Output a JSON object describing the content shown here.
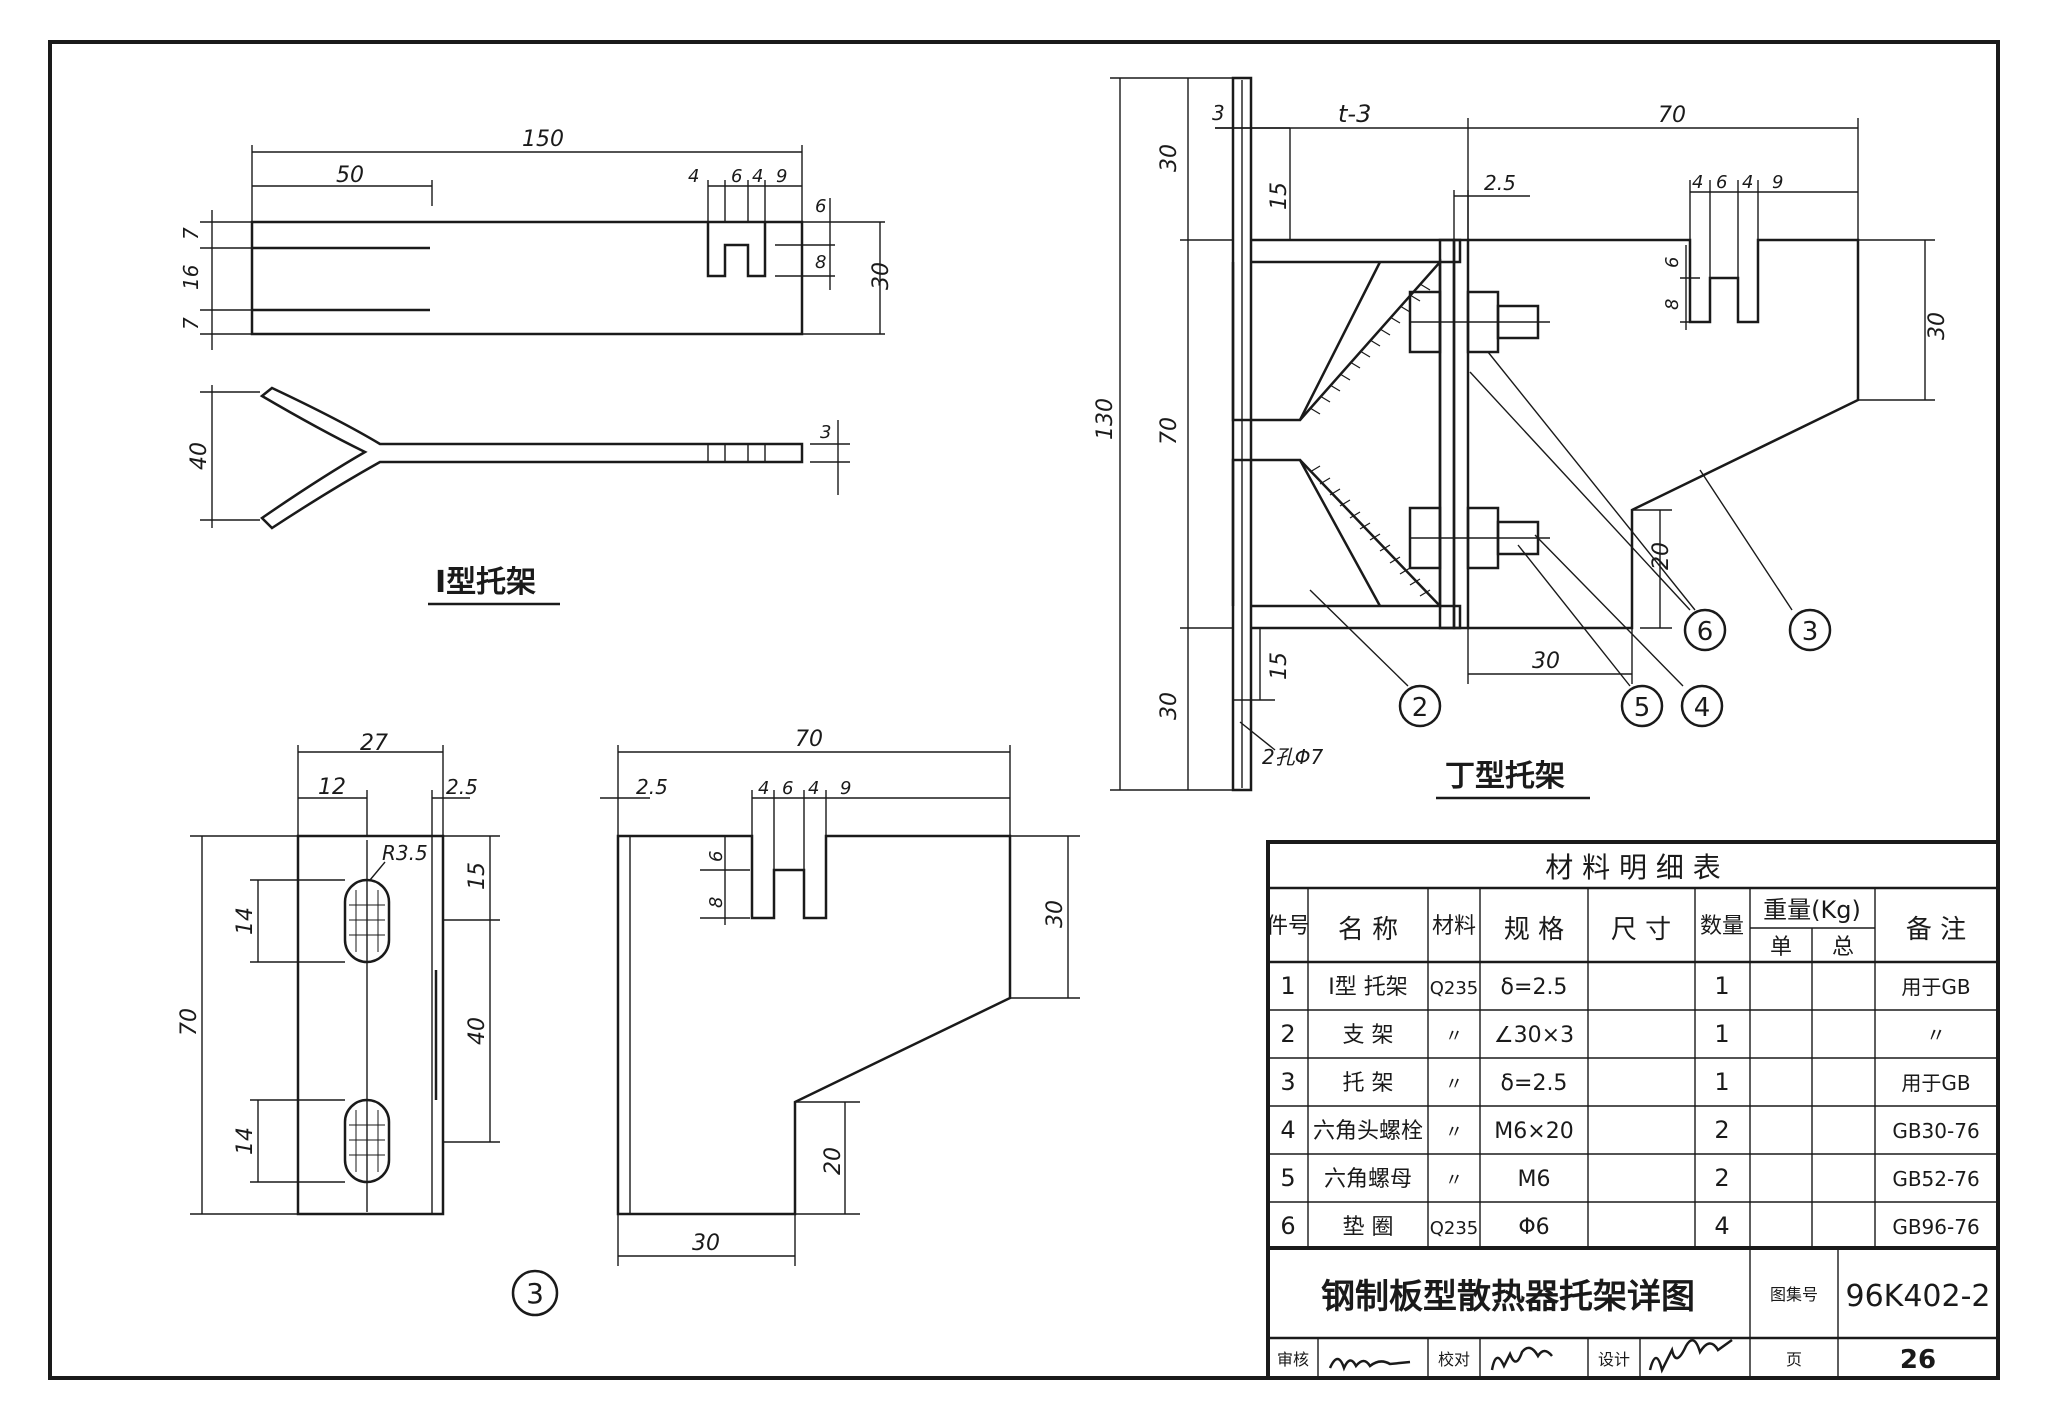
{
  "views": {
    "type1": {
      "title": "Ⅰ型托架",
      "dims": {
        "d150": "150",
        "d50": "50",
        "d4": "4",
        "d6": "6",
        "d4b": "4",
        "d9": "9",
        "d6r": "6",
        "d8": "8",
        "d30": "30",
        "d7a": "7",
        "d16": "16",
        "d7b": "7",
        "d40": "40",
        "d3": "3"
      }
    },
    "typeT": {
      "title": "丁型托架",
      "dims": {
        "d3": "3",
        "dt3": "t-3",
        "d70": "70",
        "d30a": "30",
        "d15a": "15",
        "d25": "2.5",
        "d4": "4",
        "d6": "6",
        "d4b": "4",
        "d9": "9",
        "d6r": "6",
        "d8": "8",
        "d30r": "30",
        "d130": "130",
        "d70v": "70",
        "d20": "20",
        "d30b": "30",
        "d15b": "15",
        "d30c": "30",
        "holes": "2孔Φ7"
      },
      "callouts": [
        "6",
        "3",
        "2",
        "5",
        "4"
      ]
    },
    "part3": {
      "callout": "3",
      "dims": {
        "d27": "27",
        "d12": "12",
        "d25": "2.5",
        "r35": "R3.5",
        "d15": "15",
        "d14a": "14",
        "d70": "70",
        "d40": "40",
        "d14b": "14",
        "d70top": "70",
        "d25b": "2.5",
        "d4": "4",
        "d6": "6",
        "d4b": "4",
        "d9": "9",
        "d6r": "6",
        "d8": "8",
        "d30": "30",
        "d20": "20",
        "d30b": "30"
      }
    }
  },
  "bom": {
    "title": "材 料 明 细 表",
    "headers": {
      "no": "件号",
      "name": "名 称",
      "material": "材料",
      "spec": "规 格",
      "size": "尺 寸",
      "qty": "数量",
      "weight": "重量(Kg)",
      "unit": "单",
      "total": "总",
      "note": "备 注"
    },
    "rows": [
      {
        "no": "1",
        "name": "Ⅰ型 托架",
        "material": "Q235",
        "spec": "δ=2.5",
        "qty": "1",
        "note": "用于GB"
      },
      {
        "no": "2",
        "name": "支 架",
        "material": "〃",
        "spec": "∠30×3",
        "qty": "1",
        "note": "〃"
      },
      {
        "no": "3",
        "name": "托 架",
        "material": "〃",
        "spec": "δ=2.5",
        "qty": "1",
        "note": "用于GB"
      },
      {
        "no": "4",
        "name": "六角头螺栓",
        "material": "〃",
        "spec": "M6×20",
        "qty": "2",
        "note": "GB30-76"
      },
      {
        "no": "5",
        "name": "六角螺母",
        "material": "〃",
        "spec": "M6",
        "qty": "2",
        "note": "GB52-76"
      },
      {
        "no": "6",
        "name": "垫 圈",
        "material": "Q235",
        "spec": "Φ6",
        "qty": "4",
        "note": "GB96-76"
      }
    ]
  },
  "titleblock": {
    "drawing_title": "钢制板型散热器托架详图",
    "atlas_label": "图集号",
    "atlas_no": "96K402-2",
    "review_label": "审核",
    "check_label": "校对",
    "design_label": "设计",
    "page_label": "页",
    "page_no": "26"
  }
}
